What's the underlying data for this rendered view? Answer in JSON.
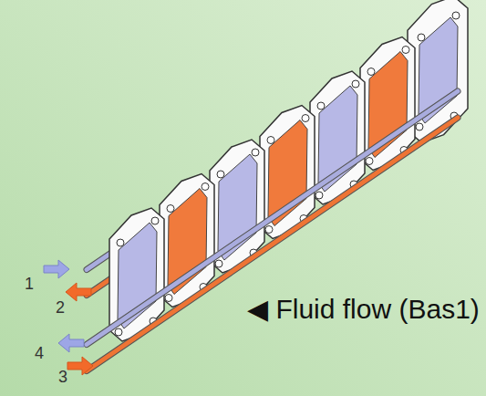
{
  "diagram": {
    "labels": [
      "1",
      "2",
      "4",
      "3",
      "◀ Fluid flow (Bas1)"
    ]
  }
}
